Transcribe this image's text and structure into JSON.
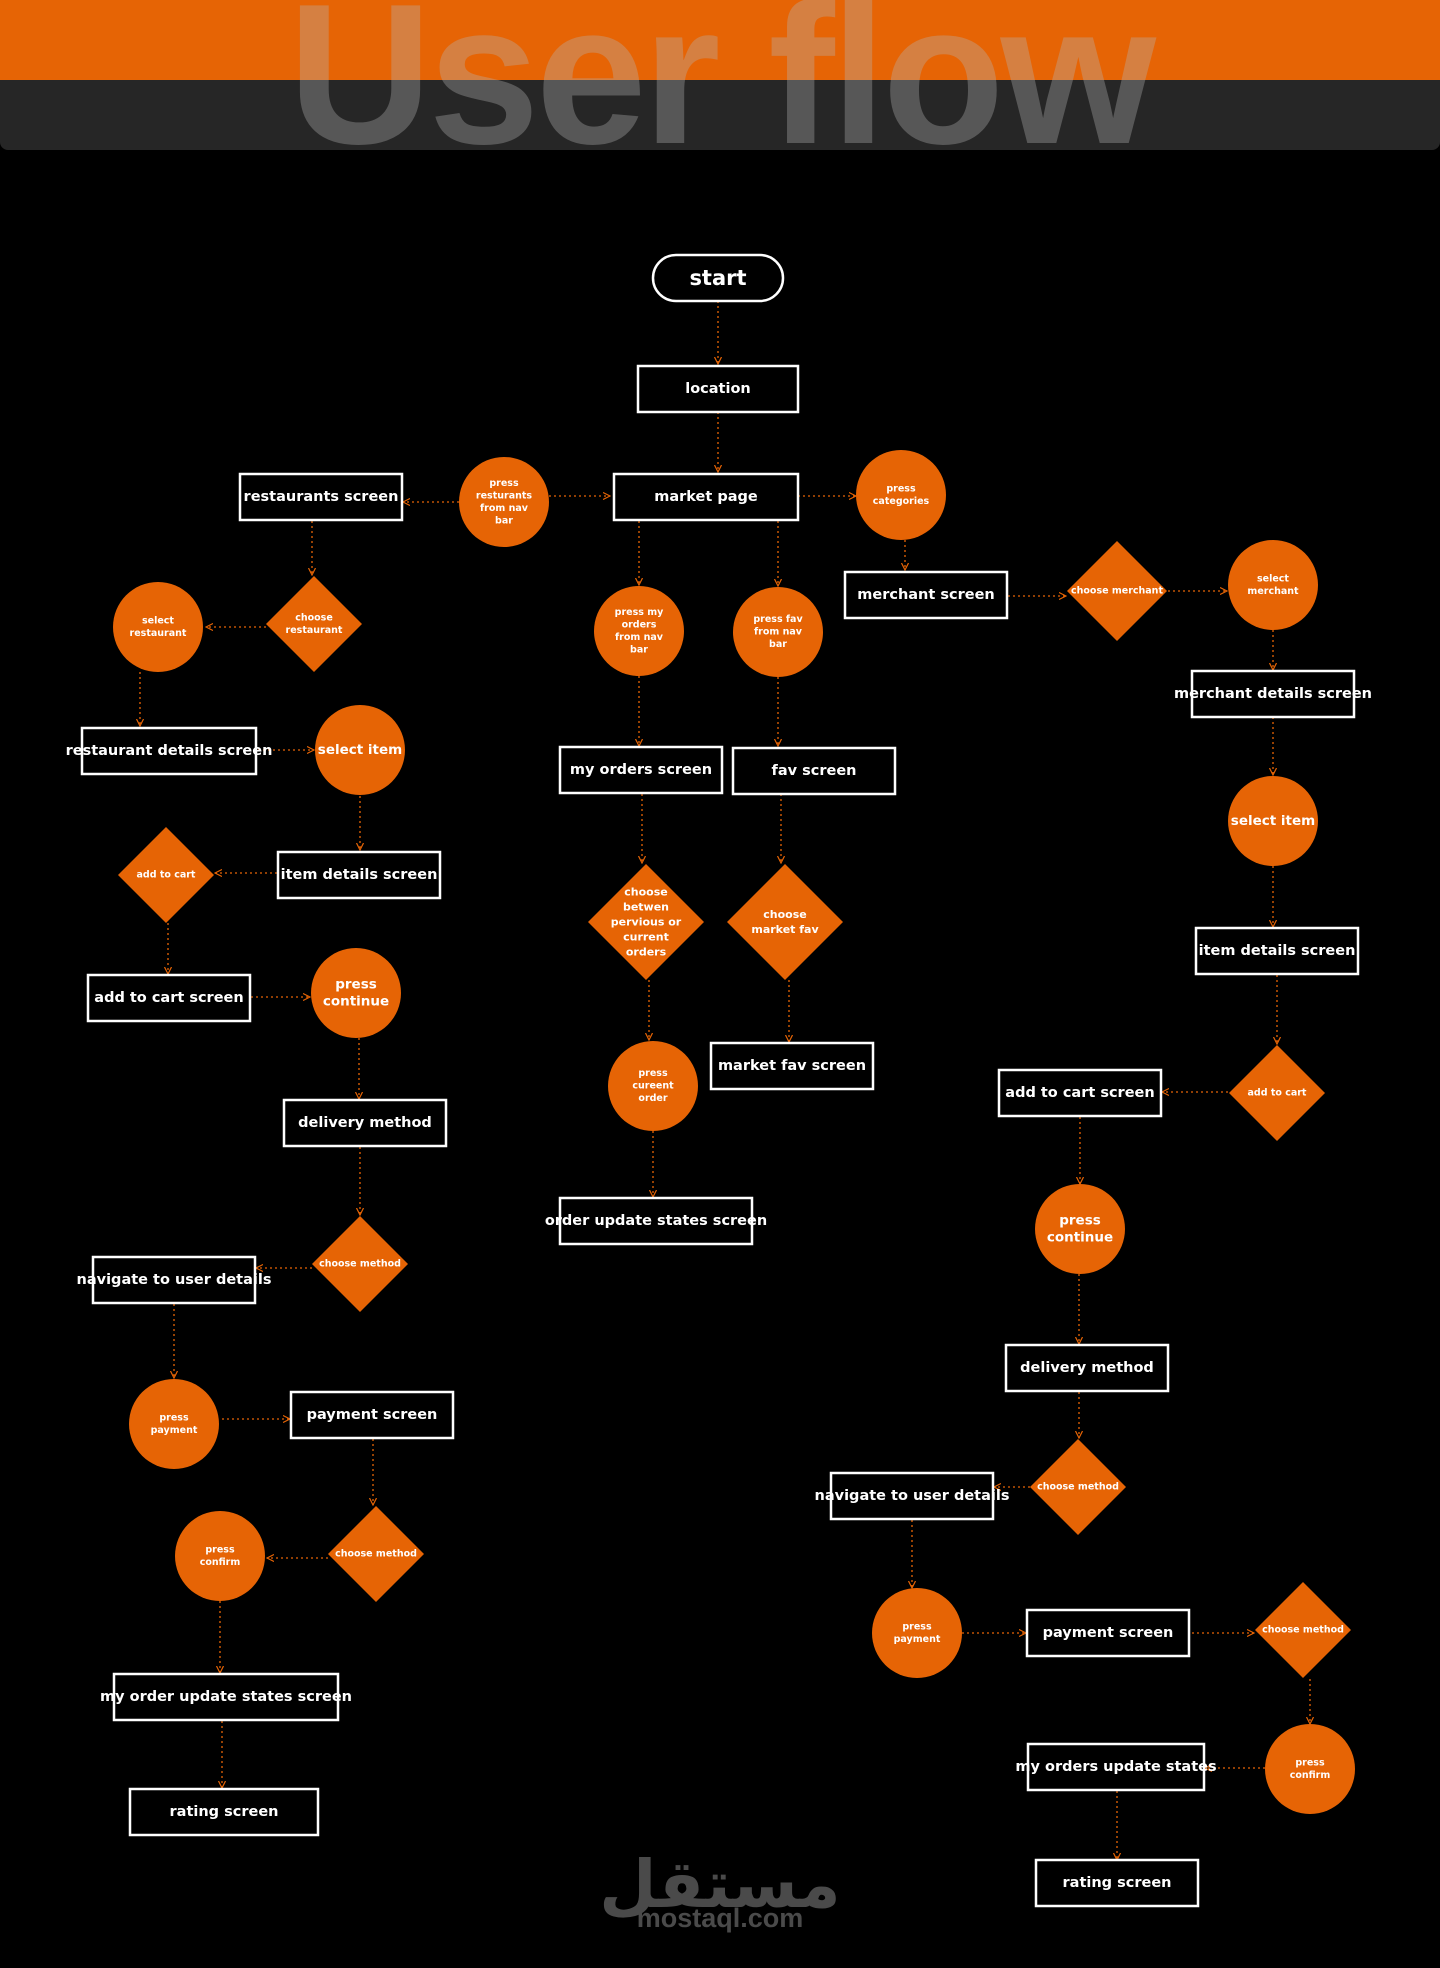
{
  "header": {
    "title": "User flow"
  },
  "colors": {
    "accent": "#E66405",
    "background": "#000000",
    "box_border": "#FFFFFF",
    "text": "#FFFFFF",
    "banner_dark": "#262626"
  },
  "nodes": [
    {
      "id": "start",
      "shape": "terminal",
      "lines": [
        "start"
      ]
    },
    {
      "id": "location",
      "shape": "box",
      "lines": [
        "location"
      ]
    },
    {
      "id": "market_page",
      "shape": "box",
      "lines": [
        "market page"
      ]
    },
    {
      "id": "restaurants_screen",
      "shape": "box",
      "lines": [
        "restaurants screen"
      ]
    },
    {
      "id": "press_restaurants",
      "shape": "circle",
      "lines": [
        "press",
        "resturants",
        "from nav",
        "bar"
      ]
    },
    {
      "id": "press_categories",
      "shape": "circle",
      "lines": [
        "press",
        "categories"
      ]
    },
    {
      "id": "merchant_screen",
      "shape": "box",
      "lines": [
        "merchant screen"
      ]
    },
    {
      "id": "choose_merchant",
      "shape": "diamond",
      "lines": [
        "choose merchant"
      ]
    },
    {
      "id": "select_merchant",
      "shape": "circle",
      "lines": [
        "select",
        "merchant"
      ]
    },
    {
      "id": "merchant_details",
      "shape": "box",
      "lines": [
        "merchant details screen"
      ]
    },
    {
      "id": "select_item_r",
      "shape": "circle",
      "lines": [
        "select item"
      ]
    },
    {
      "id": "item_details_r",
      "shape": "box",
      "lines": [
        "item details screen"
      ]
    },
    {
      "id": "add_to_cart_d_r",
      "shape": "diamond",
      "lines": [
        "add to cart"
      ]
    },
    {
      "id": "add_to_cart_screen_r",
      "shape": "box",
      "lines": [
        "add to cart screen"
      ]
    },
    {
      "id": "press_continue_r",
      "shape": "circle",
      "lines": [
        "press",
        "continue"
      ]
    },
    {
      "id": "delivery_method_r",
      "shape": "box",
      "lines": [
        "delivery method"
      ]
    },
    {
      "id": "choose_method_r1",
      "shape": "diamond",
      "lines": [
        "choose method"
      ]
    },
    {
      "id": "navigate_user_r",
      "shape": "box",
      "lines": [
        "navigate to user details"
      ]
    },
    {
      "id": "press_payment_r",
      "shape": "circle",
      "lines": [
        "press",
        "payment"
      ]
    },
    {
      "id": "payment_screen_r",
      "shape": "box",
      "lines": [
        "payment screen"
      ]
    },
    {
      "id": "choose_method_r2",
      "shape": "diamond",
      "lines": [
        "choose method"
      ]
    },
    {
      "id": "press_confirm_r",
      "shape": "circle",
      "lines": [
        "press",
        "confirm"
      ]
    },
    {
      "id": "my_orders_update_r",
      "shape": "box",
      "lines": [
        "my orders update states"
      ]
    },
    {
      "id": "rating_r",
      "shape": "box",
      "lines": [
        "rating screen"
      ]
    },
    {
      "id": "press_my_orders",
      "shape": "circle",
      "lines": [
        "press my",
        "orders",
        "from nav",
        "bar"
      ]
    },
    {
      "id": "press_fav",
      "shape": "circle",
      "lines": [
        "press fav",
        "from nav",
        "bar"
      ]
    },
    {
      "id": "my_orders_screen",
      "shape": "box",
      "lines": [
        "my orders screen"
      ]
    },
    {
      "id": "fav_screen",
      "shape": "box",
      "lines": [
        "fav screen"
      ]
    },
    {
      "id": "choose_orders",
      "shape": "diamond",
      "lines": [
        "choose",
        "betwen",
        "pervious or",
        "current",
        "orders"
      ]
    },
    {
      "id": "choose_market_fav",
      "shape": "diamond",
      "lines": [
        "choose",
        "market fav"
      ]
    },
    {
      "id": "press_current_order",
      "shape": "circle",
      "lines": [
        "press",
        "cureent",
        "order"
      ]
    },
    {
      "id": "market_fav_screen",
      "shape": "box",
      "lines": [
        "market fav screen"
      ]
    },
    {
      "id": "order_update_states",
      "shape": "box",
      "lines": [
        "order update states screen"
      ]
    },
    {
      "id": "choose_restaurant",
      "shape": "diamond",
      "lines": [
        "choose",
        "restaurant"
      ]
    },
    {
      "id": "select_restaurant",
      "shape": "circle",
      "lines": [
        "select",
        "restaurant"
      ]
    },
    {
      "id": "restaurant_details",
      "shape": "box",
      "lines": [
        "restaurant details screen"
      ]
    },
    {
      "id": "select_item_l",
      "shape": "circle",
      "lines": [
        "select item"
      ]
    },
    {
      "id": "item_details_l",
      "shape": "box",
      "lines": [
        "item details screen"
      ]
    },
    {
      "id": "add_to_cart_d_l",
      "shape": "diamond",
      "lines": [
        "add to cart"
      ]
    },
    {
      "id": "add_to_cart_screen_l",
      "shape": "box",
      "lines": [
        "add to cart screen"
      ]
    },
    {
      "id": "press_continue_l",
      "shape": "circle",
      "lines": [
        "press",
        "continue"
      ]
    },
    {
      "id": "delivery_method_l",
      "shape": "box",
      "lines": [
        "delivery method"
      ]
    },
    {
      "id": "choose_method_l1",
      "shape": "diamond",
      "lines": [
        "choose method"
      ]
    },
    {
      "id": "navigate_user_l",
      "shape": "box",
      "lines": [
        "navigate to user details"
      ]
    },
    {
      "id": "press_payment_l",
      "shape": "circle",
      "lines": [
        "press",
        "payment"
      ]
    },
    {
      "id": "payment_screen_l",
      "shape": "box",
      "lines": [
        "payment screen"
      ]
    },
    {
      "id": "choose_method_l2",
      "shape": "diamond",
      "lines": [
        "choose method"
      ]
    },
    {
      "id": "press_confirm_l",
      "shape": "circle",
      "lines": [
        "press",
        "confirm"
      ]
    },
    {
      "id": "my_order_update_l",
      "shape": "box",
      "lines": [
        "my order update states screen"
      ]
    },
    {
      "id": "rating_l",
      "shape": "box",
      "lines": [
        "rating screen"
      ]
    }
  ],
  "edges": [
    [
      "start",
      "location"
    ],
    [
      "location",
      "market_page"
    ],
    [
      "press_restaurants",
      "market_page"
    ],
    [
      "press_restaurants",
      "restaurants_screen"
    ],
    [
      "market_page",
      "press_categories"
    ],
    [
      "press_categories",
      "merchant_screen"
    ],
    [
      "merchant_screen",
      "choose_merchant"
    ],
    [
      "choose_merchant",
      "select_merchant"
    ],
    [
      "select_merchant",
      "merchant_details"
    ],
    [
      "merchant_details",
      "select_item_r"
    ],
    [
      "select_item_r",
      "item_details_r"
    ],
    [
      "item_details_r",
      "add_to_cart_d_r"
    ],
    [
      "add_to_cart_d_r",
      "add_to_cart_screen_r"
    ],
    [
      "add_to_cart_screen_r",
      "press_continue_r"
    ],
    [
      "press_continue_r",
      "delivery_method_r"
    ],
    [
      "delivery_method_r",
      "choose_method_r1"
    ],
    [
      "choose_method_r1",
      "navigate_user_r"
    ],
    [
      "navigate_user_r",
      "press_payment_r"
    ],
    [
      "press_payment_r",
      "payment_screen_r"
    ],
    [
      "payment_screen_r",
      "choose_method_r2"
    ],
    [
      "choose_method_r2",
      "press_confirm_r"
    ],
    [
      "press_confirm_r",
      "my_orders_update_r"
    ],
    [
      "my_orders_update_r",
      "rating_r"
    ],
    [
      "market_page",
      "press_my_orders"
    ],
    [
      "market_page",
      "press_fav"
    ],
    [
      "press_my_orders",
      "my_orders_screen"
    ],
    [
      "press_fav",
      "fav_screen"
    ],
    [
      "my_orders_screen",
      "choose_orders"
    ],
    [
      "fav_screen",
      "choose_market_fav"
    ],
    [
      "choose_orders",
      "press_current_order"
    ],
    [
      "choose_market_fav",
      "market_fav_screen"
    ],
    [
      "press_current_order",
      "order_update_states"
    ],
    [
      "restaurants_screen",
      "choose_restaurant"
    ],
    [
      "choose_restaurant",
      "select_restaurant"
    ],
    [
      "select_restaurant",
      "restaurant_details"
    ],
    [
      "restaurant_details",
      "select_item_l"
    ],
    [
      "select_item_l",
      "item_details_l"
    ],
    [
      "item_details_l",
      "add_to_cart_d_l"
    ],
    [
      "add_to_cart_d_l",
      "add_to_cart_screen_l"
    ],
    [
      "add_to_cart_screen_l",
      "press_continue_l"
    ],
    [
      "press_continue_l",
      "delivery_method_l"
    ],
    [
      "delivery_method_l",
      "choose_method_l1"
    ],
    [
      "choose_method_l1",
      "navigate_user_l"
    ],
    [
      "navigate_user_l",
      "press_payment_l"
    ],
    [
      "press_payment_l",
      "payment_screen_l"
    ],
    [
      "payment_screen_l",
      "choose_method_l2"
    ],
    [
      "choose_method_l2",
      "press_confirm_l"
    ],
    [
      "press_confirm_l",
      "my_order_update_l"
    ],
    [
      "my_order_update_l",
      "rating_l"
    ]
  ],
  "watermark": {
    "arabic": "مستقل",
    "url": "mostaql.com"
  }
}
